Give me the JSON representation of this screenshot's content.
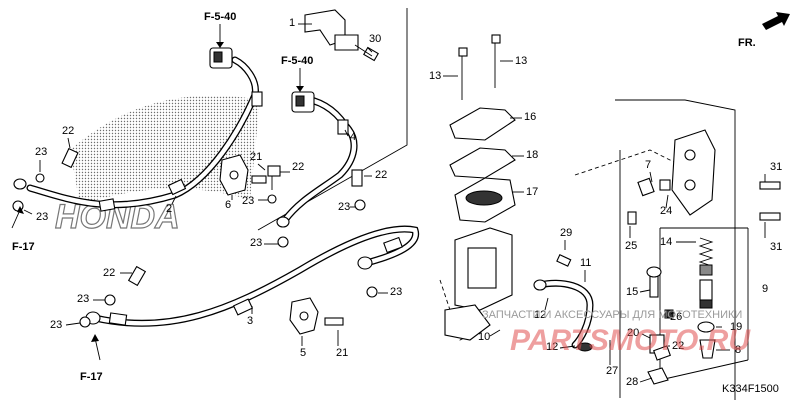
{
  "diagram_code": "K334F1500",
  "labels": {
    "front": "FR."
  },
  "logo": {
    "text": "HONDA"
  },
  "watermark": {
    "line": "ЗАПЧАСТИ И АКСЕССУАРЫ ДЛЯ МОТОТЕХНИКИ",
    "brand": "PARTSMOTO.RU"
  },
  "references": [
    "F-5-40",
    "F-5-40",
    "F-17",
    "F-17"
  ],
  "callouts": [
    "1",
    "30",
    "13",
    "13",
    "16",
    "18",
    "17",
    "29",
    "11",
    "10",
    "12",
    "12",
    "7",
    "24",
    "25",
    "31",
    "31",
    "14",
    "9",
    "15",
    "26",
    "19",
    "20",
    "22",
    "8",
    "27",
    "28",
    "22",
    "23",
    "2",
    "6",
    "21",
    "22",
    "23",
    "23",
    "4",
    "22",
    "23",
    "23",
    "22",
    "23",
    "23",
    "3",
    "5",
    "21",
    "23"
  ]
}
